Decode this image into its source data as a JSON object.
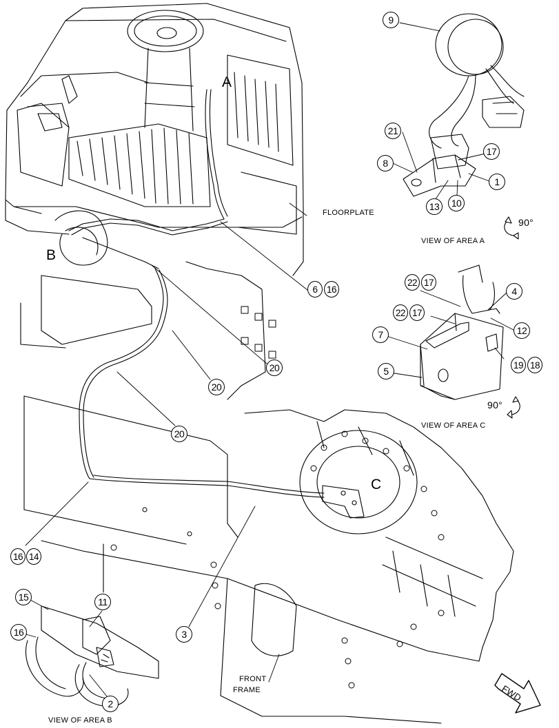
{
  "area_letters": {
    "a": "A",
    "b": "B",
    "c": "C"
  },
  "labels": {
    "floorplate": "FLOORPLATE",
    "view_area_a": "VIEW OF AREA  A",
    "view_area_b": "VIEW OF AREA B",
    "view_area_c": "VIEW OF AREA C",
    "front_frame_line1": "FRONT",
    "front_frame_line2": "FRAME",
    "fwd": "FWD",
    "rotation_a": "90°",
    "rotation_c": "90°"
  },
  "callouts": {
    "c9": "9",
    "c21": "21",
    "c17a": "17",
    "c8": "8",
    "c1": "1",
    "c13": "13",
    "c10": "10",
    "c6": "6",
    "c16a": "16",
    "c22a": "22",
    "c17b": "17",
    "c4": "4",
    "c22b": "22",
    "c17c": "17",
    "c12": "12",
    "c7": "7",
    "c19": "19",
    "c18": "18",
    "c5": "5",
    "c20a": "20",
    "c20b": "20",
    "c20c": "20",
    "c16b": "16",
    "c14": "14",
    "c15": "15",
    "c11": "11",
    "c16c": "16",
    "c2": "2",
    "c3": "3"
  },
  "colors": {
    "line": "#000000",
    "background": "#ffffff"
  }
}
